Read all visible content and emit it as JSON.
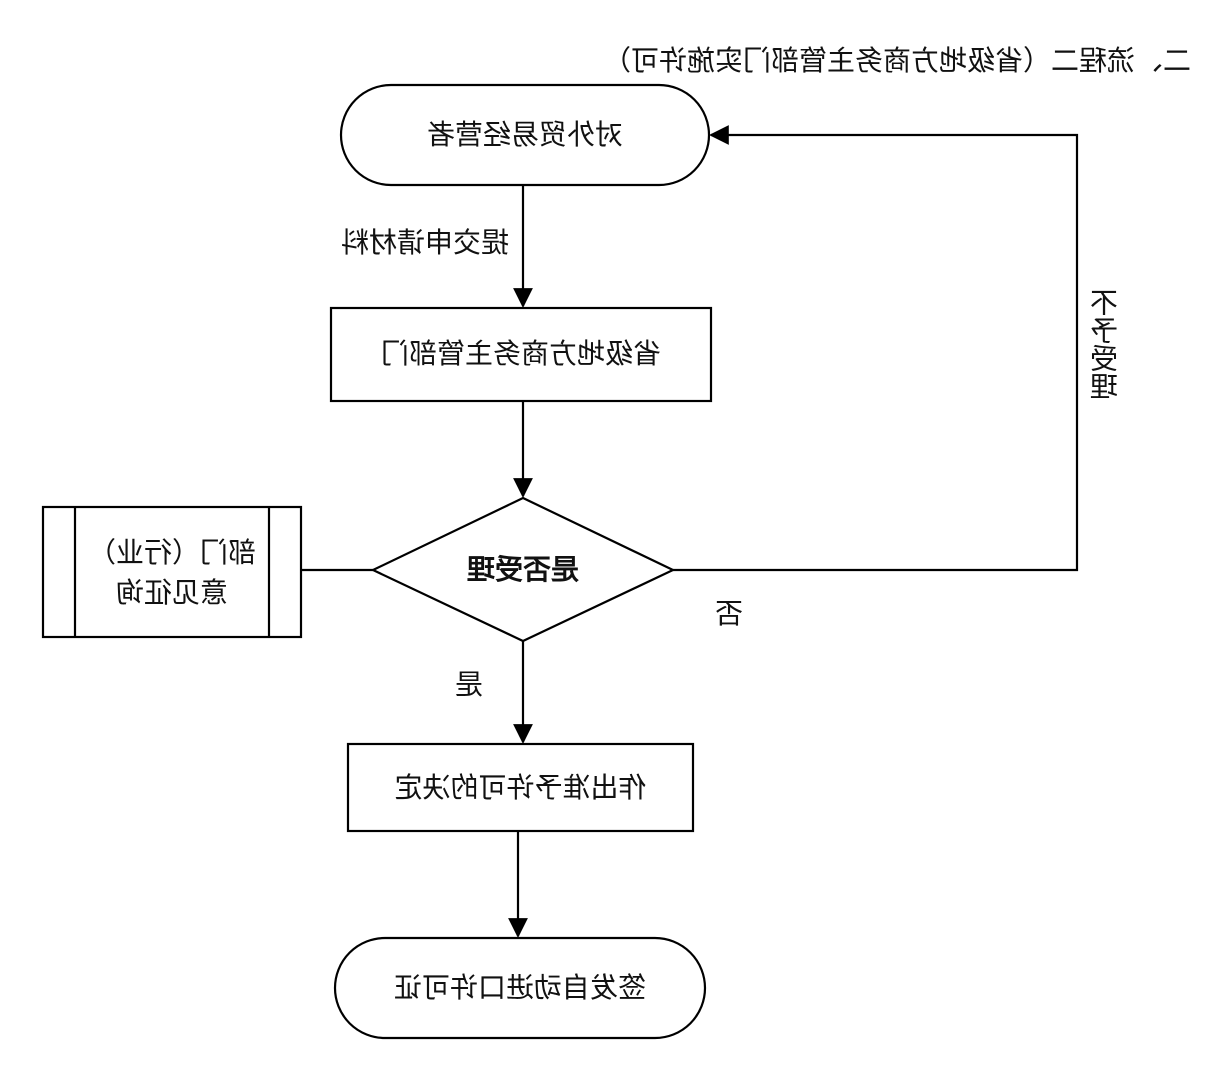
{
  "title": "二、流程二（省级地方商务主管部门实施许可）",
  "nodes": {
    "trader": "对外贸易经营者",
    "authority": "省级地方商务主管部门",
    "decision": "是否受理",
    "consult_line1": "部门（行业）",
    "consult_line2": "意见征询",
    "permit_decision": "作出准予许可的决定",
    "issue": "签发自动进口许可证"
  },
  "edges": {
    "submit": "提交申请材料",
    "yes": "是",
    "no": "否",
    "reject": "不予受理"
  },
  "colors": {
    "stroke": "#000000",
    "text": "#111111",
    "background": "#ffffff"
  }
}
